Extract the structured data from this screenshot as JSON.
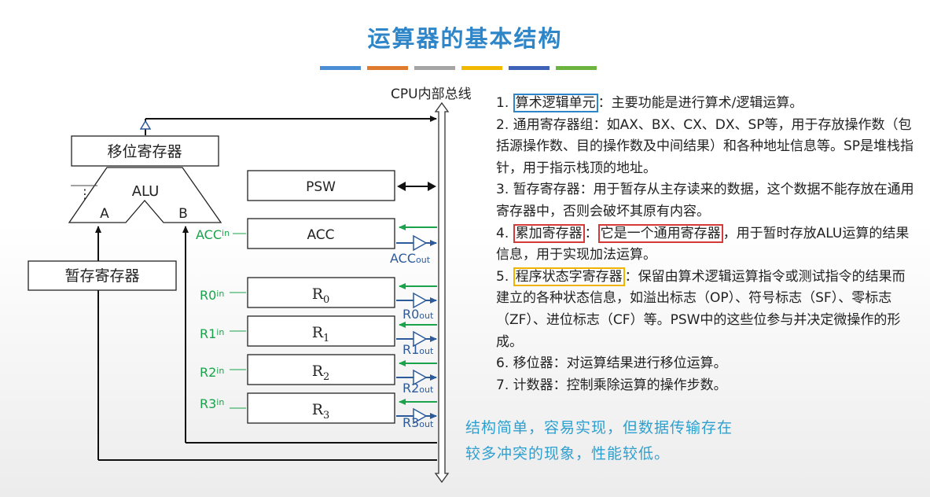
{
  "title": "运算器的基本结构",
  "accent_colors": [
    "#4a8fd6",
    "#e07a2e",
    "#a5a5a5",
    "#f2b800",
    "#3e62b8",
    "#6cb43f"
  ],
  "diagram": {
    "bus_label": "CPU内部总线",
    "shifter": "移位寄存器",
    "alu": "ALU",
    "alu_a": "A",
    "alu_b": "B",
    "alu_dots": "⋮",
    "temp_reg": "暂存寄存器",
    "psw": "PSW",
    "acc": "ACC",
    "acc_in": "ACC",
    "acc_out": "ACC",
    "sub_in": "in",
    "sub_out": "out",
    "registers": [
      {
        "name": "R",
        "sub": "0",
        "in": "R0",
        "out": "R0"
      },
      {
        "name": "R",
        "sub": "1",
        "in": "R1",
        "out": "R1"
      },
      {
        "name": "R",
        "sub": "2",
        "in": "R2",
        "out": "R2"
      },
      {
        "name": "R",
        "sub": "3",
        "in": "R3",
        "out": "R3"
      }
    ]
  },
  "desc": {
    "l1_num": "1. ",
    "l1_key": "算术逻辑单元",
    "l1_rest": "：主要功能是进行算术/逻辑运算。",
    "l2": "2. 通用寄存器组：如AX、BX、CX、DX、SP等，用于存放操作数（包括源操作数、目的操作数及中间结果）和各种地址信息等。SP是堆栈指针，用于指示栈顶的地址。",
    "l3": "3. 暂存寄存器：用于暂存从主存读来的数据，这个数据不能存放在通用寄存器中，否则会破坏其原有内容。",
    "l4_num": "4. ",
    "l4_key": "累加寄存器",
    "l4_sep": "：",
    "l4_key2": "它是一个通用寄存器",
    "l4_rest": "，用于暂时存放ALU运算的结果信息，用于实现加法运算。",
    "l5_num": "5. ",
    "l5_key": "程序状态字寄存器",
    "l5_rest": "：保留由算术逻辑运算指令或测试指令的结果而建立的各种状态信息，如溢出标志（OP）、符号标志（SF）、零标志（ZF）、进位标志（CF）等。PSW中的这些位参与并决定微操作的形成。",
    "l6": "6. 移位器：对运算结果进行移位运算。",
    "l7": "7. 计数器：控制乘除运算的操作步数。"
  },
  "summary": {
    "line1": "结构简单，容易实现，但数据传输存在",
    "line2": "较多冲突的现象，性能较低。"
  }
}
